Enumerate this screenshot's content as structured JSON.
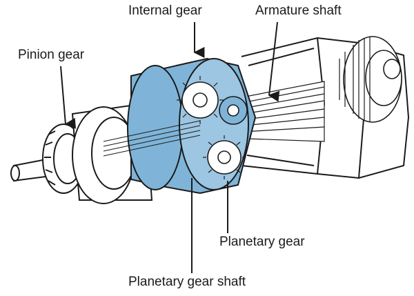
{
  "labels": {
    "internal_gear": "Internal gear",
    "armature_shaft": "Armature shaft",
    "pinion_gear": "Pinion gear",
    "planetary_gear": "Planetary gear",
    "planetary_gear_shaft": "Planetary gear shaft"
  },
  "colors": {
    "highlight": "#7fb4d8",
    "highlight_dark": "#4f8fbd",
    "ink": "#1a1a1a",
    "background": "#ffffff"
  }
}
